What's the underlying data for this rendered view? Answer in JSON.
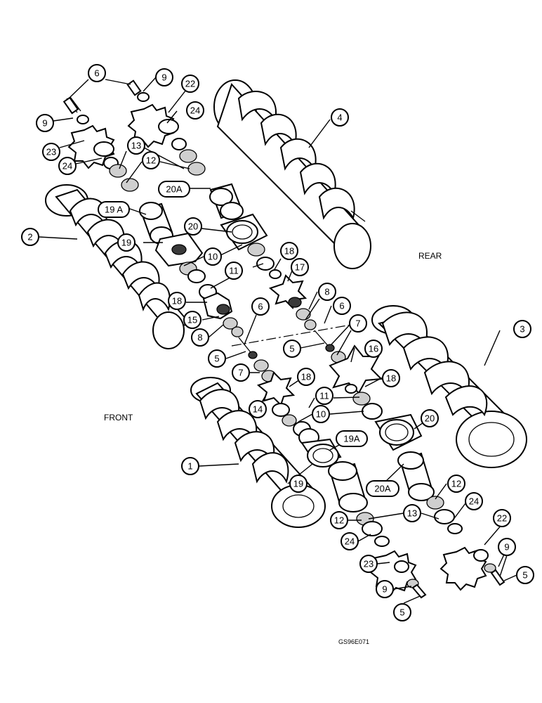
{
  "labels": {
    "rear": "REAR",
    "front": "FRONT",
    "figure_code": "GS96E071"
  },
  "callouts": {
    "c6_top": "6",
    "c9_top_right": "9",
    "c22_top": "22",
    "c24_top": "24",
    "c9_top_left": "9",
    "c23_top": "23",
    "c13_top": "13",
    "c24_top_left": "24",
    "c12_top": "12",
    "c20a_top": "20A",
    "c19a_top": "19 A",
    "c2": "2",
    "c20_top": "20",
    "c19_top": "19",
    "c4": "4",
    "c10_top": "10",
    "c18_top_a": "18",
    "c11_top": "11",
    "c17": "17",
    "c8_right": "8",
    "c18_left": "18",
    "c6_mid": "6",
    "c15": "15",
    "c8_left": "8",
    "c7_right": "7",
    "c5_right_mid": "5",
    "c5_left_mid": "5",
    "c6_mid_left": "6",
    "c16": "16",
    "c3": "3",
    "c7_left": "7",
    "c18_mid": "18",
    "c18_right": "18",
    "c11_bot": "11",
    "c10_bot": "10",
    "c20_bot": "20",
    "c14": "14",
    "c19a_bot": "19A",
    "c1": "1",
    "c19_bot": "19",
    "c20a_bot": "20A",
    "c12_right": "12",
    "c13_bot": "13",
    "c24_bot_right": "24",
    "c12_left": "12",
    "c24_bot_left": "24",
    "c22_bot": "22",
    "c9_bot_right": "9",
    "c23_bot": "23",
    "c5_bot_right": "5",
    "c9_bot_left": "9",
    "c5_bot": "5"
  }
}
